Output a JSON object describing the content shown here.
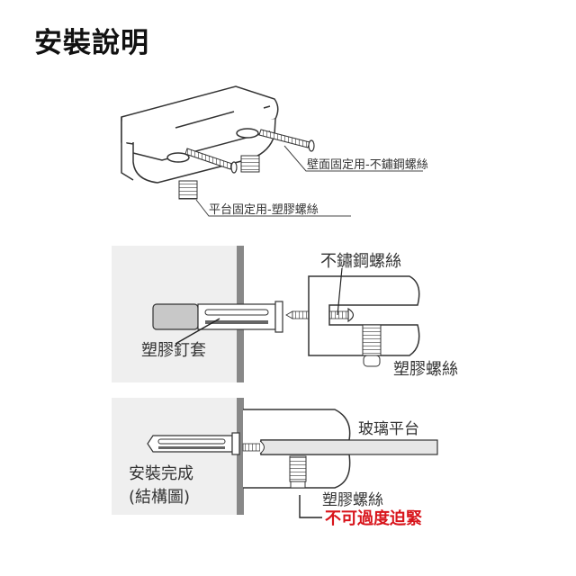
{
  "title": "安裝說明",
  "diagram1": {
    "wall_screw_label": "壁面固定用-不鏽鋼螺絲",
    "platform_screw_label": "平台固定用-塑膠螺絲"
  },
  "diagram2": {
    "stainless_screw_label": "不鏽鋼螺絲",
    "anchor_label": "塑膠釘套",
    "plastic_screw_label": "塑膠螺絲"
  },
  "diagram3": {
    "glass_label": "玻璃平台",
    "complete_label_line1": "安裝完成",
    "complete_label_line2": "(結構圖)",
    "plastic_screw_label": "塑膠螺絲",
    "warning_label": "不可過度迫緊"
  },
  "colors": {
    "wall_fill": "#efefef",
    "wall_edge": "#888888",
    "line": "#333333",
    "warning": "#d8141b"
  }
}
